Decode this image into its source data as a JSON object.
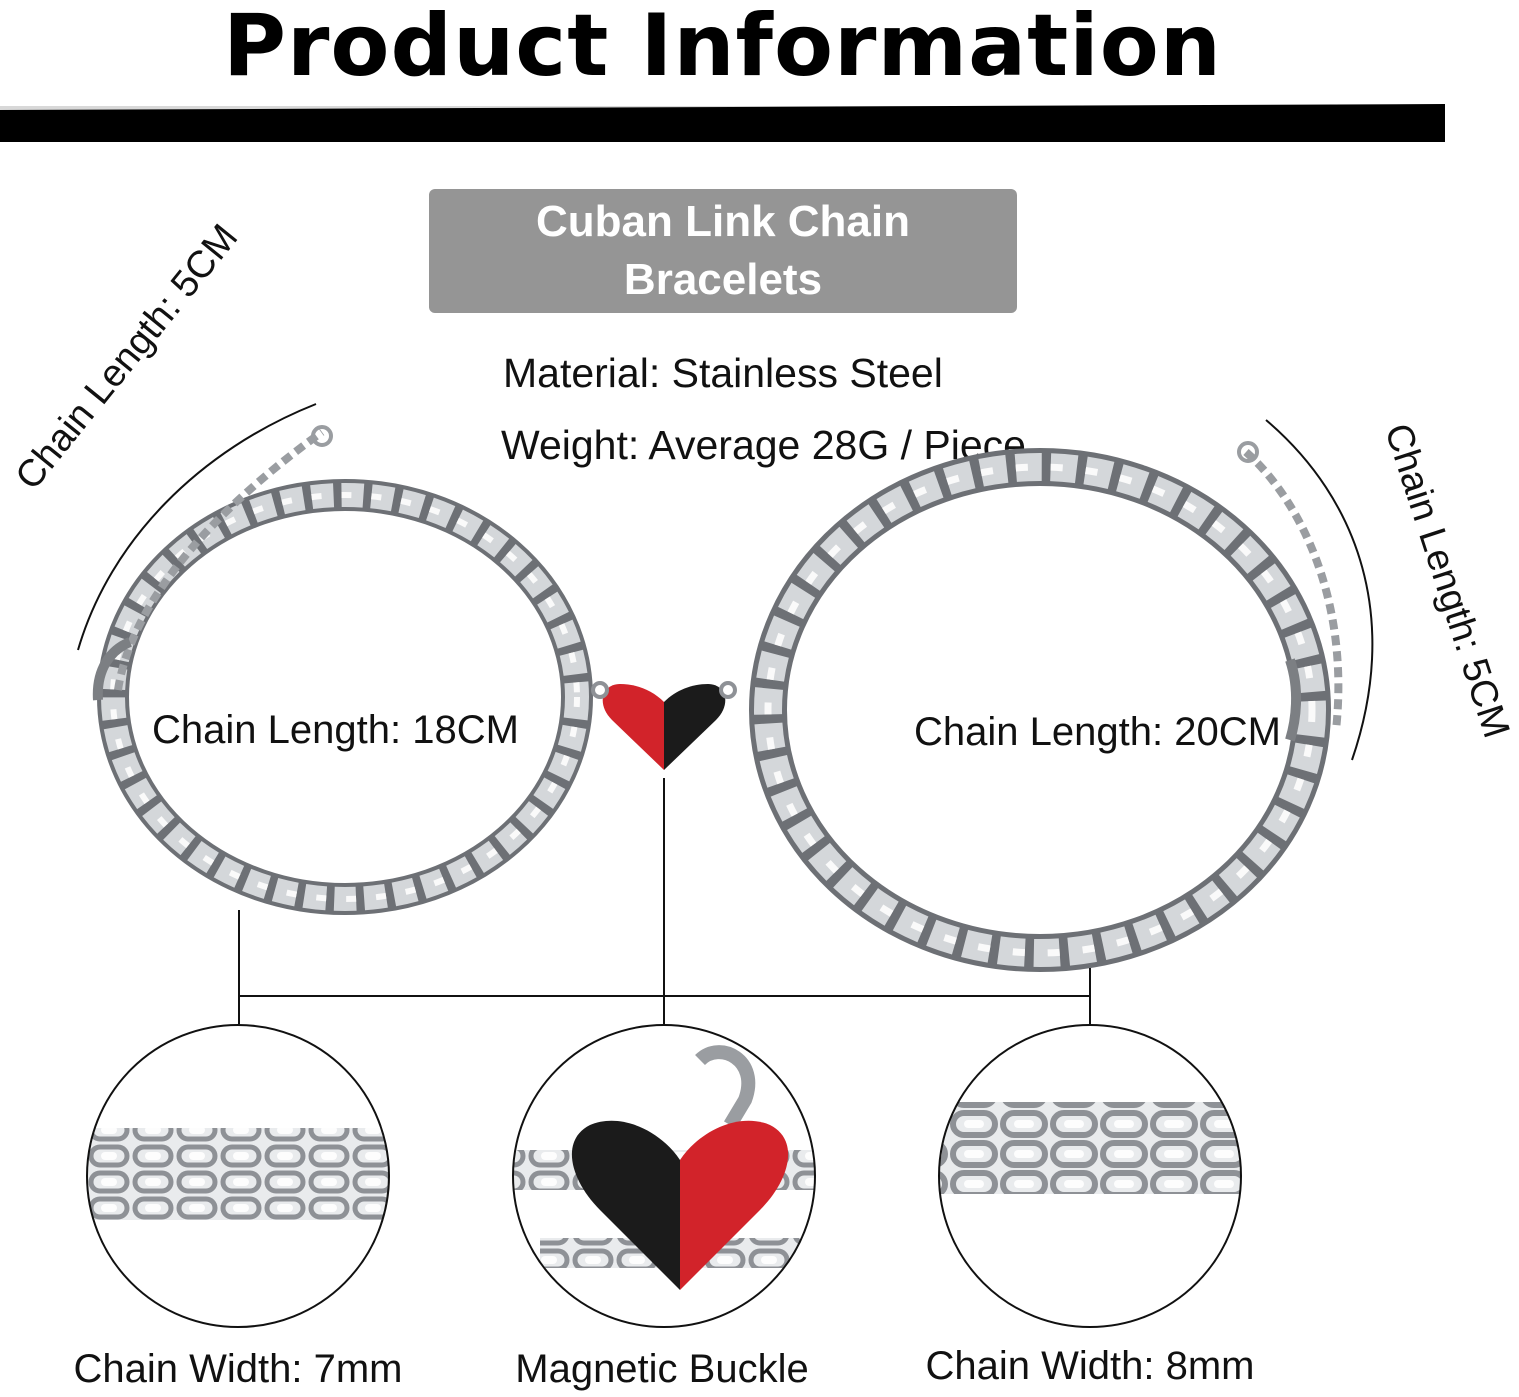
{
  "header": {
    "title": "Product Information"
  },
  "product": {
    "name_line1": "Cuban Link Chain",
    "name_line2": "Bracelets"
  },
  "specs": {
    "material": "Material: Stainless Steel",
    "weight": "Weight: Average 28G / Piece"
  },
  "bracelets": {
    "left": {
      "chain_length": "Chain Length: 18CM",
      "extender": "Chain Length: 5CM"
    },
    "right": {
      "chain_length": "Chain Length: 20CM",
      "extender": "Chain Length: 5CM"
    }
  },
  "details": [
    {
      "caption": "Chain Width: 7mm"
    },
    {
      "caption": "Magnetic Buckle"
    },
    {
      "caption": "Chain Width: 8mm"
    }
  ],
  "colors": {
    "banner": "#000000",
    "badge": "#959595",
    "steel": "#b9bcc0",
    "heart_red": "#d2232a",
    "heart_black": "#1b1b1b"
  }
}
